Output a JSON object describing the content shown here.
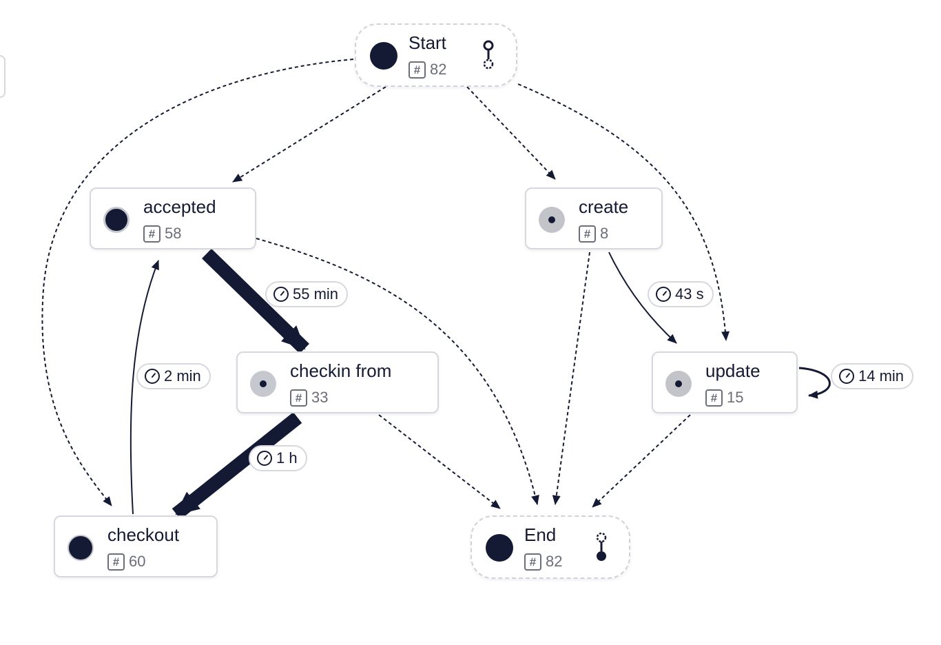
{
  "nodes": {
    "start": {
      "label": "Start",
      "count": "82"
    },
    "accepted": {
      "label": "accepted",
      "count": "58"
    },
    "create": {
      "label": "create",
      "count": "8"
    },
    "checkin_from": {
      "label": "checkin from",
      "count": "33"
    },
    "update": {
      "label": "update",
      "count": "15"
    },
    "checkout": {
      "label": "checkout",
      "count": "60"
    },
    "end": {
      "label": "End",
      "count": "82"
    }
  },
  "edges": [
    {
      "from": "Start",
      "to": "accepted",
      "style": "dashed"
    },
    {
      "from": "Start",
      "to": "create",
      "style": "dashed"
    },
    {
      "from": "Start",
      "to": "update",
      "style": "dashed"
    },
    {
      "from": "Start",
      "to": "checkout",
      "style": "dashed"
    },
    {
      "from": "accepted",
      "to": "checkin from",
      "style": "solid",
      "duration": "55 min"
    },
    {
      "from": "accepted",
      "to": "End",
      "style": "dashed"
    },
    {
      "from": "checkin from",
      "to": "checkout",
      "style": "solid",
      "duration": "1 h"
    },
    {
      "from": "checkin from",
      "to": "End",
      "style": "dashed"
    },
    {
      "from": "checkout",
      "to": "accepted",
      "style": "solid",
      "duration": "2 min"
    },
    {
      "from": "create",
      "to": "update",
      "style": "solid",
      "duration": "43 s"
    },
    {
      "from": "create",
      "to": "End",
      "style": "dashed"
    },
    {
      "from": "update",
      "to": "update",
      "style": "solid",
      "duration": "14 min"
    },
    {
      "from": "update",
      "to": "End",
      "style": "dashed"
    }
  ],
  "icons": {
    "count": "hash-icon",
    "duration": "timer-icon",
    "start_marker": "process-start-icon",
    "end_marker": "process-end-icon"
  },
  "colors": {
    "ink": "#141a33",
    "border": "#d6d8de",
    "muted": "#6b6e7a",
    "indicator_ring": "#c2c4ca"
  }
}
